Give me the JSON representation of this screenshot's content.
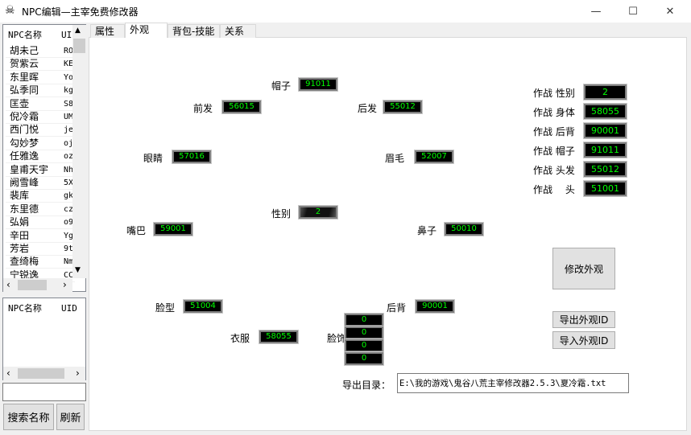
{
  "window": {
    "title": "NPC编辑—主宰免费修改器",
    "minimize": "—",
    "maximize": "☐",
    "close": "✕"
  },
  "npc_list": {
    "headers": [
      "NPC名称",
      "UI"
    ],
    "rows": [
      [
        "胡未己",
        "RO"
      ],
      [
        "贺紫云",
        "KE"
      ],
      [
        "东里晖",
        "Yo"
      ],
      [
        "弘季同",
        "kg"
      ],
      [
        "匡壶",
        "S8"
      ],
      [
        "倪冷霜",
        "UM"
      ],
      [
        "西门悦",
        "je"
      ],
      [
        "勾妙梦",
        "oj"
      ],
      [
        "任雅逸",
        "oz"
      ],
      [
        "皇甫天宇",
        "Nh"
      ],
      [
        "阙雪峰",
        "5X"
      ],
      [
        "裴库",
        "gk"
      ],
      [
        "东里德",
        "cz"
      ],
      [
        "弘娟",
        "o9"
      ],
      [
        "辛田",
        "Yg"
      ],
      [
        "芳岩",
        "9t"
      ],
      [
        "查绮梅",
        "Nm"
      ],
      [
        "宁锐逸",
        "CC"
      ]
    ]
  },
  "search_list": {
    "headers": [
      "NPC名称",
      "UID"
    ]
  },
  "search_input": {
    "value": ""
  },
  "buttons": {
    "search": "搜索名称",
    "refresh": "刷新",
    "modify": "修改外观",
    "export": "导出外观ID",
    "import": "导入外观ID"
  },
  "tabs": [
    {
      "label": "属性"
    },
    {
      "label": "外观",
      "selected": true
    },
    {
      "label": "背包-技能"
    },
    {
      "label": "关系"
    }
  ],
  "appearance": {
    "hat": {
      "label": "帽子",
      "value": "91011"
    },
    "front_hair": {
      "label": "前发",
      "value": "56015"
    },
    "back_hair": {
      "label": "后发",
      "value": "55012"
    },
    "eyes": {
      "label": "眼睛",
      "value": "57016"
    },
    "brows": {
      "label": "眉毛",
      "value": "52007"
    },
    "gender": {
      "label": "性别",
      "value": "2"
    },
    "mouth": {
      "label": "嘴巴",
      "value": "59001"
    },
    "nose": {
      "label": "鼻子",
      "value": "50010"
    },
    "face": {
      "label": "脸型",
      "value": "51004"
    },
    "back": {
      "label": "后背",
      "value": "90001"
    },
    "clothes": {
      "label": "衣服",
      "value": "58055"
    },
    "face_deco": {
      "label": "脸饰",
      "values": [
        "0",
        "0",
        "0",
        "0"
      ]
    }
  },
  "battle": [
    {
      "label": "作战 性别",
      "value": "2"
    },
    {
      "label": "作战 身体",
      "value": "58055"
    },
    {
      "label": "作战 后背",
      "value": "90001"
    },
    {
      "label": "作战 帽子",
      "value": "91011"
    },
    {
      "label": "作战 头发",
      "value": "55012"
    },
    {
      "label": "作战　 头",
      "value": "51001"
    }
  ],
  "export_dir": {
    "label": "导出目录：",
    "value": "E:\\我的游戏\\鬼谷八荒主宰修改器2.5.3\\夏冷霜.txt"
  },
  "colors": {
    "digit": "#00ff00",
    "box_bg": "#000000"
  }
}
